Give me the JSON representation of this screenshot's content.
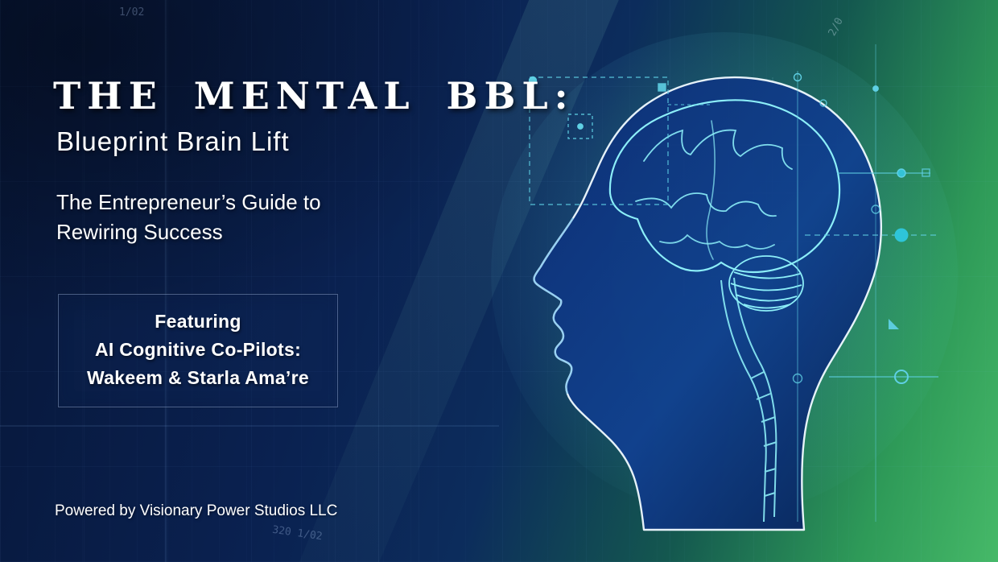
{
  "slide": {
    "title": "THE MENTAL BBL:",
    "subtitle": "Blueprint Brain Lift",
    "tagline": {
      "line1": "The Entrepreneur’s Guide to",
      "line2": "Rewiring Success"
    },
    "featuring": {
      "line1": "Featuring",
      "line2": "AI Cognitive Co-Pilots:",
      "line3": "Wakeem & Starla Ama’re"
    },
    "footer": "Powered by Visionary Power Studios LLC",
    "background_labels": {
      "top_left": "1/02",
      "top_right": "2/0",
      "bottom_left": "320 1/02"
    },
    "colors": {
      "navy": "#0a2150",
      "green": "#2e9a58",
      "cyan": "#6fd8ea",
      "white": "#ffffff"
    }
  }
}
